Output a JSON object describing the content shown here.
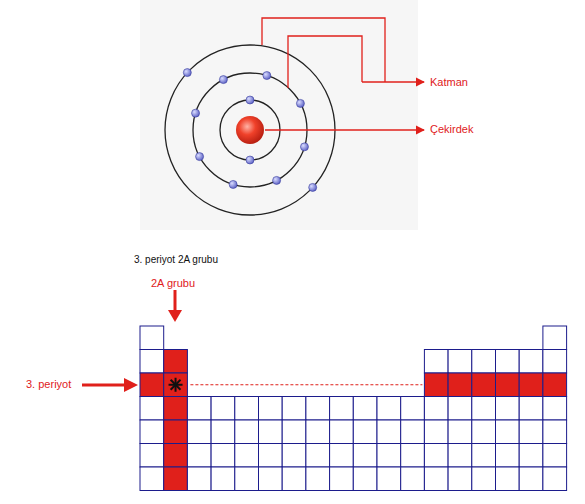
{
  "diagram": {
    "labels": [
      "Katman",
      "Çekirdek",
      "3. periyot 2A grubu",
      "2A grubu",
      "3. periyot"
    ]
  }
}
